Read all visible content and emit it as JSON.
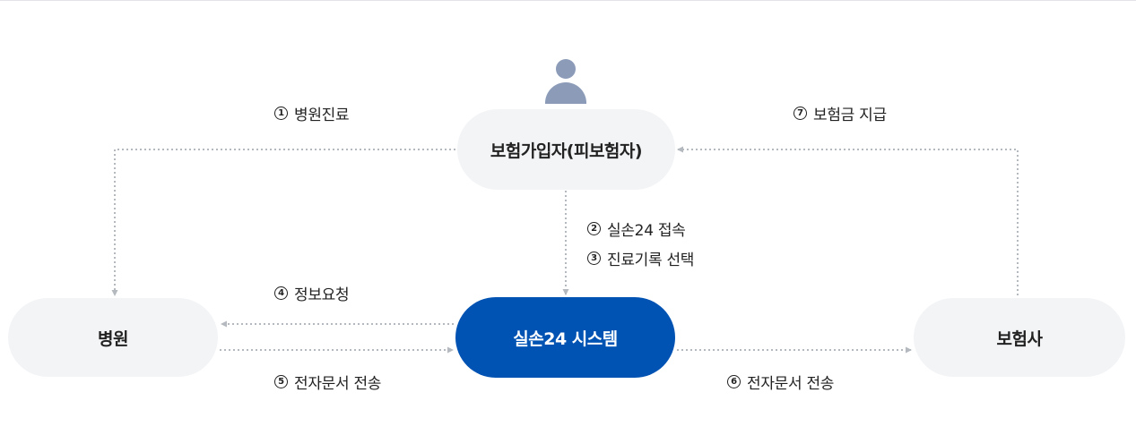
{
  "nodes": {
    "insured": "보험가입자(피보험자)",
    "system": "실손24 시스템",
    "hospital": "병원",
    "insurer": "보험사"
  },
  "steps": [
    {
      "num": "1",
      "label": "병원진료"
    },
    {
      "num": "2",
      "label": "실손24 접속"
    },
    {
      "num": "3",
      "label": "진료기록 선택"
    },
    {
      "num": "4",
      "label": "정보요청"
    },
    {
      "num": "5",
      "label": "전자문서 전송"
    },
    {
      "num": "6",
      "label": "전자문서 전송"
    },
    {
      "num": "7",
      "label": "보험금 지급"
    }
  ],
  "colors": {
    "primary": "#0052b3",
    "node_background": "#f3f4f6",
    "connector": "#b4b8bf",
    "person_icon": "#8b9bb8"
  },
  "icons": [
    "person-icon"
  ]
}
